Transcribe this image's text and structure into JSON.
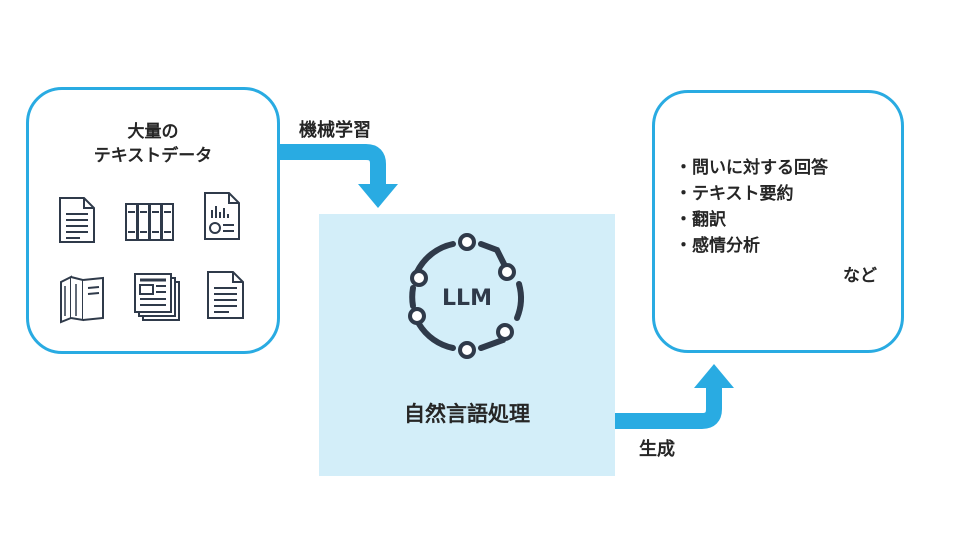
{
  "input": {
    "title_line1": "大量の",
    "title_line2": "テキストデータ",
    "icons": [
      "document-icon",
      "binders-icon",
      "report-chart-icon",
      "books-icon",
      "newspaper-stack-icon",
      "document-icon"
    ]
  },
  "arrows": {
    "learning_label": "機械学習",
    "generation_label": "生成"
  },
  "llm": {
    "badge_text": "LLM",
    "caption": "自然言語処理"
  },
  "output": {
    "items": [
      "・問いに対する回答",
      "・テキスト要約",
      "・翻訳",
      "・感情分析"
    ],
    "etc": "など"
  },
  "colors": {
    "accent": "#29abe2",
    "llm_background": "#d3eef9",
    "icon_dark": "#2f3a4a"
  }
}
